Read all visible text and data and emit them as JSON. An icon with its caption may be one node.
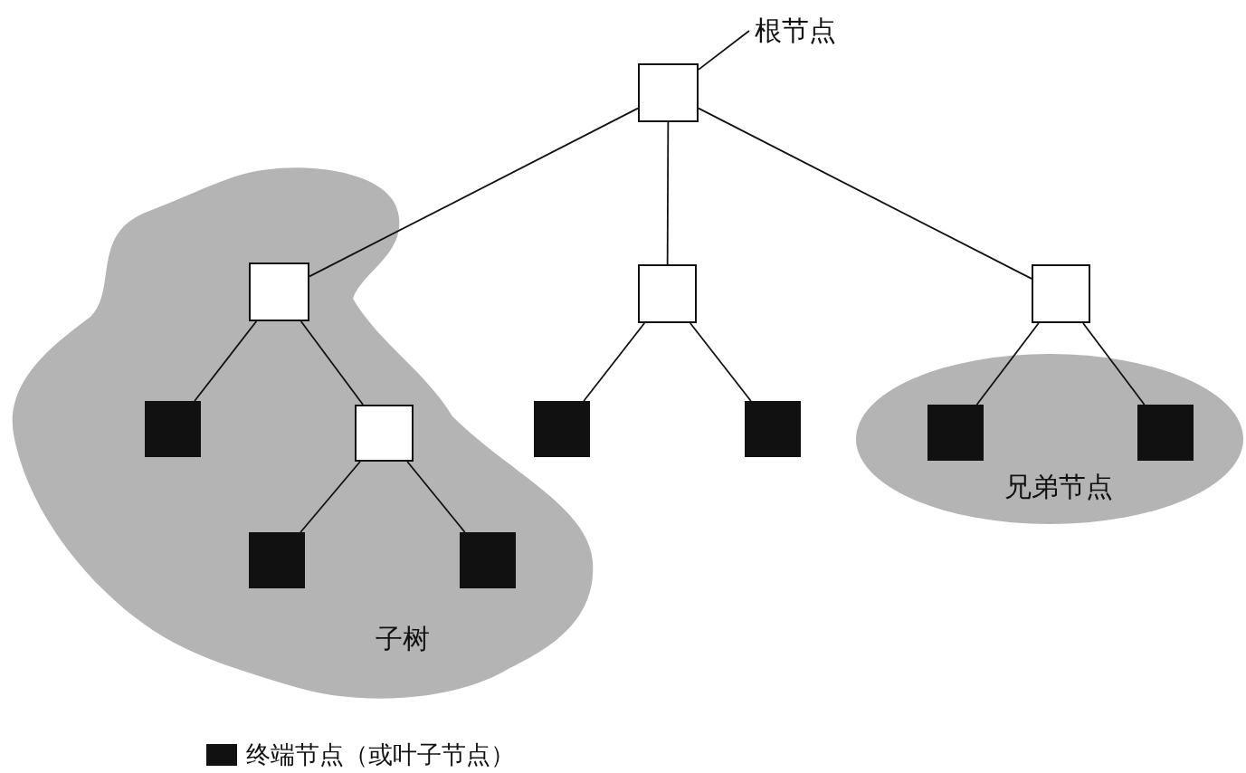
{
  "diagram": {
    "nodes": [
      {
        "text": [
          "根节点"
        ]
      },
      {
        "text": [],
        "shape": "box"
      },
      {
        "text": [
          "子树"
        ]
      },
      {
        "text": [],
        "shape": "box",
        "in": 2
      },
      {
        "text": [],
        "shape": "box",
        "in": 2
      },
      {
        "text": [],
        "shape": "box",
        "in": 2
      },
      {
        "text": [],
        "shape": "box",
        "in": 2
      },
      {
        "text": [],
        "shape": "box",
        "in": 2
      },
      {
        "text": [],
        "shape": "box"
      },
      {
        "text": [],
        "shape": "box"
      },
      {
        "text": [],
        "shape": "box"
      },
      {
        "text": [],
        "shape": "box"
      },
      {
        "text": [
          "兄弟节点"
        ]
      },
      {
        "text": [],
        "shape": "box",
        "in": 12
      },
      {
        "text": [],
        "shape": "box",
        "in": 12
      }
    ],
    "edges": [
      {
        "from": 0,
        "to": 1,
        "arrow": "none"
      },
      {
        "from": 1,
        "to": 3,
        "arrow": "none"
      },
      {
        "from": 1,
        "to": 8,
        "arrow": "none"
      },
      {
        "from": 1,
        "to": 11,
        "arrow": "none"
      },
      {
        "from": 3,
        "to": 4,
        "arrow": "none"
      },
      {
        "from": 3,
        "to": 5,
        "arrow": "none"
      },
      {
        "from": 5,
        "to": 6,
        "arrow": "none"
      },
      {
        "from": 5,
        "to": 7,
        "arrow": "none"
      },
      {
        "from": 8,
        "to": 9,
        "arrow": "none"
      },
      {
        "from": 8,
        "to": 10,
        "arrow": "none"
      },
      {
        "from": 11,
        "to": 13,
        "arrow": "none"
      },
      {
        "from": 11,
        "to": 14,
        "arrow": "none"
      }
    ],
    "legend": [
      {
        "text": "终端节点（或叶子节点）",
        "color": "#111111"
      }
    ]
  }
}
